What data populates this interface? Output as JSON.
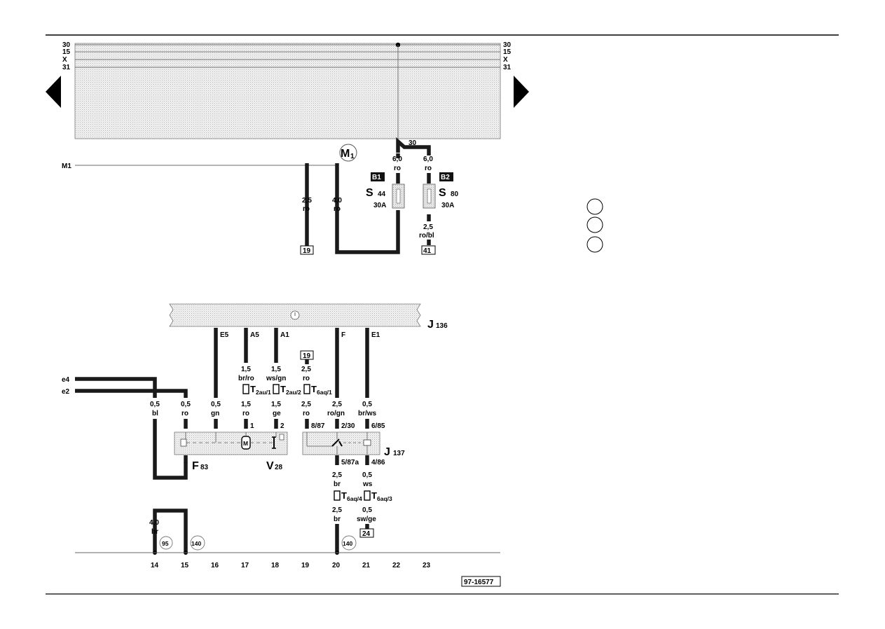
{
  "figure_id": "97-16577",
  "bus": {
    "labels": [
      "30",
      "15",
      "X",
      "31"
    ],
    "m1_label": "M1",
    "tap_label": "30"
  },
  "nav": {
    "prev": "previous-page",
    "next": "next-page"
  },
  "components": {
    "M1": {
      "main": "M",
      "sub": "1"
    },
    "S44": {
      "main": "S",
      "sub": "44",
      "rating": "30A",
      "badge": "B1"
    },
    "S80": {
      "main": "S",
      "sub": "80",
      "rating": "30A",
      "badge": "B2"
    },
    "J136": {
      "main": "J",
      "sub": "136"
    },
    "J137": {
      "main": "J",
      "sub": "137"
    },
    "F83": {
      "main": "F",
      "sub": "83"
    },
    "V28": {
      "main": "V",
      "sub": "28"
    },
    "motor_symbol": "M"
  },
  "top_wires": {
    "w1": {
      "gauge": "2,5",
      "color": "ro",
      "ref": "19"
    },
    "w2": {
      "gauge": "4,0",
      "color": "ro"
    },
    "s44_in": {
      "gauge": "6,0",
      "color": "ro"
    },
    "s80_in": {
      "gauge": "6,0",
      "color": "ro"
    },
    "s80_out": {
      "gauge": "2,5",
      "color": "ro/bl",
      "ref": "41"
    }
  },
  "j136_pins": [
    "E5",
    "A5",
    "A1",
    "F",
    "E1"
  ],
  "external": {
    "e4": "e4",
    "e2": "e2"
  },
  "wires": {
    "c14": {
      "gauge": "0,5",
      "color": "bl"
    },
    "c15": {
      "gauge": "0,5",
      "color": "ro"
    },
    "c16": {
      "gauge": "0,5",
      "color": "gn"
    },
    "c17a": {
      "gauge": "1,5",
      "color": "br/ro"
    },
    "c17b": {
      "gauge": "1,5",
      "color": "ro",
      "pin": "1"
    },
    "c18a": {
      "gauge": "1,5",
      "color": "ws/gn"
    },
    "c18b": {
      "gauge": "1,5",
      "color": "ge",
      "pin": "2"
    },
    "c19ref": "19",
    "c19a": {
      "gauge": "2,5",
      "color": "ro"
    },
    "c19b": {
      "gauge": "2,5",
      "color": "ro",
      "pin": "8/87"
    },
    "c20a": {
      "gauge": "2,5",
      "color": "ro/gn",
      "pin": "2/30"
    },
    "c20b": {
      "gauge": "2,5",
      "color": "br",
      "pin": "5/87a"
    },
    "c20c": {
      "gauge": "2,5",
      "color": "br"
    },
    "c21a": {
      "gauge": "0,5",
      "color": "br/ws",
      "pin": "6/85"
    },
    "c21b": {
      "gauge": "0,5",
      "color": "ws",
      "pin": "4/86"
    },
    "c21c": {
      "gauge": "0,5",
      "color": "sw/ge",
      "ref": "24"
    },
    "ground": {
      "gauge": "4,0",
      "color": "br"
    }
  },
  "connectors": {
    "t17": {
      "main": "T",
      "sub": "2au/1"
    },
    "t18": {
      "main": "T",
      "sub": "2au/2"
    },
    "t19": {
      "main": "T",
      "sub": "6aq/1"
    },
    "t20": {
      "main": "T",
      "sub": "6aq/4"
    },
    "t21": {
      "main": "T",
      "sub": "6aq/3"
    }
  },
  "grounds": {
    "g95": "95",
    "g140a": "140",
    "g140b": "140"
  },
  "columns": [
    "14",
    "15",
    "16",
    "17",
    "18",
    "19",
    "20",
    "21",
    "22",
    "23"
  ]
}
